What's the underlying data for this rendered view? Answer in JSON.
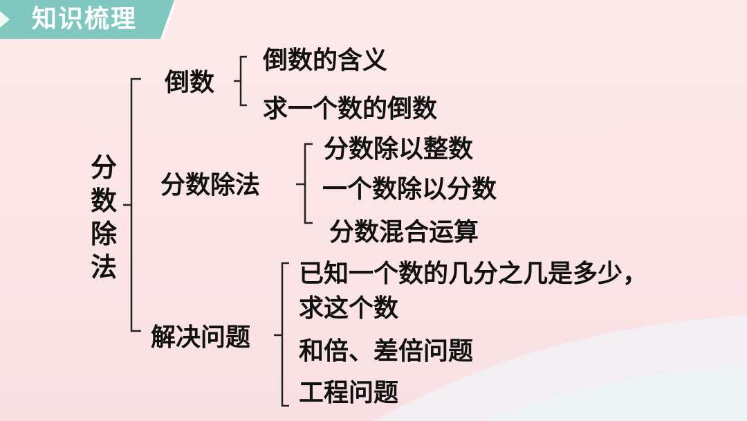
{
  "header": {
    "title": "知识梳理"
  },
  "root": {
    "label": "分数除法"
  },
  "branches": [
    {
      "label": "倒数",
      "children": [
        "倒数的含义",
        "求一个数的倒数"
      ]
    },
    {
      "label": "分数除法",
      "children": [
        "分数除以整数",
        "一个数除以分数",
        "分数混合运算"
      ]
    },
    {
      "label": "解决问题",
      "children": [
        "已知一个数的几分之几是多少，",
        "求这个数",
        "和倍、差倍问题",
        "工程问题"
      ]
    }
  ],
  "colors": {
    "tab": "#7fc7bf",
    "background": "#fde9ea",
    "wave": "#f2f0f3",
    "text": "#111111"
  }
}
